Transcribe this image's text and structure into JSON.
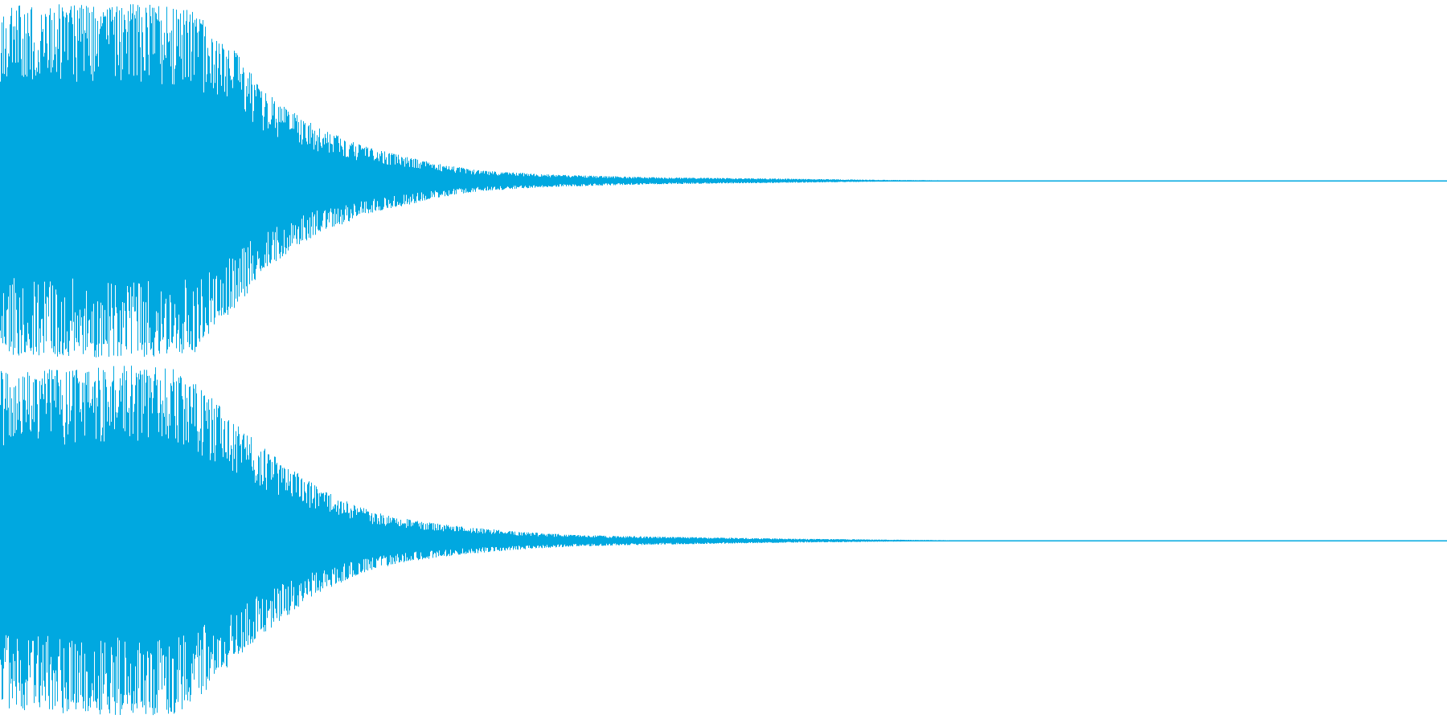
{
  "waveform": {
    "color": "#00A8E0",
    "background": "#FFFFFF",
    "channels": [
      {
        "name": "",
        "envelope": [
          [
            0.0,
            0.99
          ],
          [
            0.02,
            1.0
          ],
          [
            0.06,
            1.0
          ],
          [
            0.1,
            1.0
          ],
          [
            0.135,
            0.97
          ],
          [
            0.15,
            0.8
          ],
          [
            0.165,
            0.72
          ],
          [
            0.18,
            0.52
          ],
          [
            0.2,
            0.4
          ],
          [
            0.22,
            0.3
          ],
          [
            0.25,
            0.2
          ],
          [
            0.28,
            0.14
          ],
          [
            0.3,
            0.1
          ],
          [
            0.33,
            0.06
          ],
          [
            0.38,
            0.035
          ],
          [
            0.45,
            0.02
          ],
          [
            0.54,
            0.012
          ],
          [
            0.6,
            0.006
          ],
          [
            0.63,
            0.0035
          ],
          [
            0.66,
            0.002
          ],
          [
            0.7,
            0.0
          ],
          [
            1.0,
            0.0
          ]
        ]
      },
      {
        "name": "",
        "envelope": [
          [
            0.0,
            0.97
          ],
          [
            0.03,
            0.98
          ],
          [
            0.08,
            1.0
          ],
          [
            0.12,
            1.0
          ],
          [
            0.135,
            0.92
          ],
          [
            0.15,
            0.78
          ],
          [
            0.17,
            0.62
          ],
          [
            0.19,
            0.48
          ],
          [
            0.21,
            0.36
          ],
          [
            0.23,
            0.26
          ],
          [
            0.26,
            0.16
          ],
          [
            0.29,
            0.11
          ],
          [
            0.32,
            0.08
          ],
          [
            0.36,
            0.05
          ],
          [
            0.4,
            0.032
          ],
          [
            0.46,
            0.022
          ],
          [
            0.54,
            0.012
          ],
          [
            0.61,
            0.006
          ],
          [
            0.64,
            0.0035
          ],
          [
            0.67,
            0.002
          ],
          [
            0.7,
            0.0
          ],
          [
            1.0,
            0.0
          ]
        ]
      }
    ]
  }
}
